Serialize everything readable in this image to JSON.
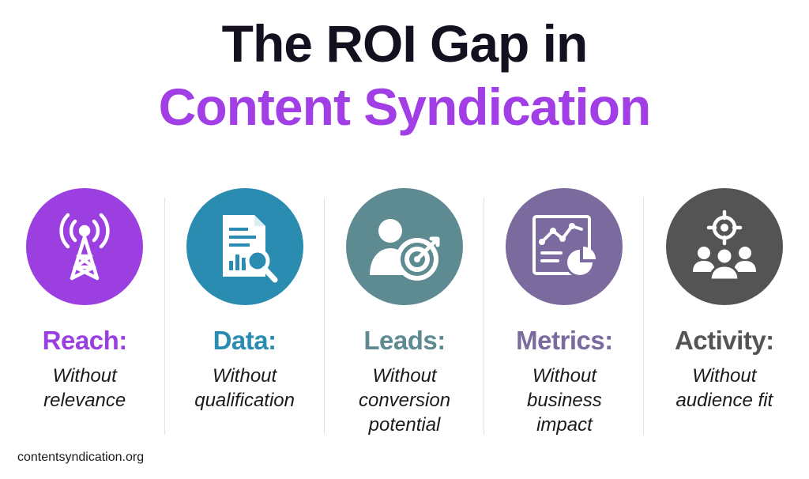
{
  "title": {
    "line1": "The ROI Gap in",
    "line2": "Content Syndication",
    "line2_color": "#a23ee6"
  },
  "items": [
    {
      "label": "Reach:",
      "desc": "Without relevance",
      "color": "#9b3fe0",
      "icon": "radio-tower-icon"
    },
    {
      "label": "Data:",
      "desc": "Without qualification",
      "color": "#2a8cb0",
      "icon": "document-search-icon"
    },
    {
      "label": "Leads:",
      "desc": "Without conversion potential",
      "color": "#5e8a92",
      "icon": "person-target-icon"
    },
    {
      "label": "Metrics:",
      "desc": "Without business impact",
      "color": "#7a6a9e",
      "icon": "analytics-report-icon"
    },
    {
      "label": "Activity:",
      "desc": "Without audience fit",
      "color": "#545454",
      "icon": "audience-target-icon"
    }
  ],
  "footer": {
    "text": "contentsyndication.org"
  }
}
